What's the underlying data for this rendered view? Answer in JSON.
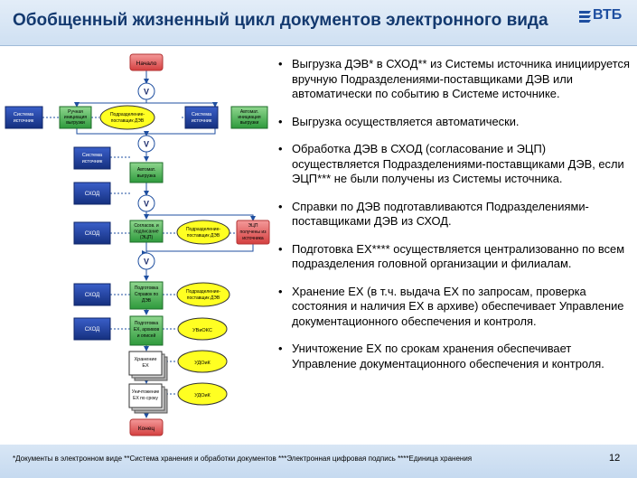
{
  "header": {
    "title": "Обобщенный жизненный цикл документов электронного вида",
    "logo_text": "ВТБ"
  },
  "diagram": {
    "start": "Начало",
    "end": "Конец",
    "gate": "V",
    "left_box_1": [
      "Система",
      "источник"
    ],
    "manual_box": [
      "Ручная",
      "инициация",
      "выгрузки"
    ],
    "dept_1": [
      "Подразделение-",
      "поставщик ДЭВ"
    ],
    "right_box_1": [
      "Система",
      "источник"
    ],
    "auto_init_box": [
      "Автомат.",
      "инициация",
      "выгрузки"
    ],
    "source_box_2": [
      "Система",
      "источник"
    ],
    "auto_upload_box": [
      "Автомат.",
      "выгрузка"
    ],
    "shod_1": "СХОД",
    "shod_2": "СХОД",
    "approval_box": [
      "Согласов. и",
      "подписание",
      "(ЭЦП)"
    ],
    "dept_2": [
      "Подразделение-",
      "поставщик ДЭВ"
    ],
    "ecp_box": [
      "ЭЦП",
      "получены из",
      "источника"
    ],
    "shod_3": "СХОД",
    "reference_box": [
      "Подготовка",
      "Справок по",
      "ДЭВ"
    ],
    "dept_3": [
      "Подразделение-",
      "поставщик ДЭВ"
    ],
    "shod_4": "СХОД",
    "ex_prep_box": [
      "Подготовка",
      "ЕХ, архивов",
      "и описей"
    ],
    "uvidos": "УВиОКС",
    "storage_box": [
      "Хранение",
      "ЕХ"
    ],
    "udoks_1": "УДОиК",
    "destroy_box": [
      "Уничтожение",
      "ЕХ по сроку"
    ],
    "udoks_2": "УДОиК"
  },
  "bullets": [
    "Выгрузка ДЭВ* в СХОД**  из Системы источника инициируется вручную Подразделениями-поставщиками ДЭВ или автоматически по событию в Системе источнике.",
    "Выгрузка осуществляется автоматически.",
    "Обработка ДЭВ в СХОД (согласование и ЭЦП) осуществляется Подразделениями-поставщиками ДЭВ, если ЭЦП***  не были получены из Системы источника.",
    "Справки по ДЭВ подготавливаются Подразделениями-поставщиками ДЭВ из СХОД.",
    "Подготовка ЕХ****  осуществляется централизованно по всем подразделения головной организации и филиалам.",
    "Хранение ЕХ (в т.ч. выдача ЕХ  по запросам, проверка состояния и наличия ЕХ в архиве) обеспечивает Управление документационного обеспечения и контроля.",
    "Уничтожение ЕХ по срокам хранения обеспечивает Управление документационного обеспечения и контроля."
  ],
  "footer": {
    "footnote": "*Документы в электронном виде **Система хранения и обработки документов ***Электронная цифровая подпись ****Единица хранения",
    "page_number": "12"
  },
  "colors": {
    "header_bg": "#d6e5f5",
    "title": "#13396f",
    "process_green": "#2e9a3c",
    "system_blue": "#1f3c9c",
    "start_end_red": "#e05252",
    "role_yellow": "#ffff22"
  }
}
